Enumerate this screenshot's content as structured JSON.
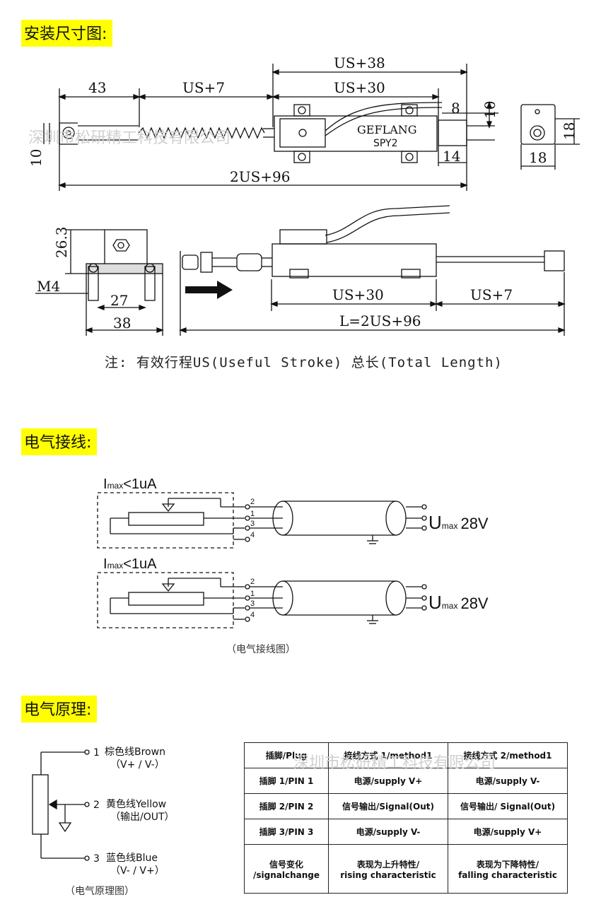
{
  "sections": {
    "install": "安装尺寸图:",
    "wiring": "电气接线:",
    "principle": "电气原理:"
  },
  "drawing_top": {
    "dims": {
      "d43": "43",
      "us7": "US+7",
      "us38": "US+38",
      "us30": "US+30",
      "d8": "8",
      "d10_right": "10",
      "d10_left": "10",
      "d14": "14",
      "total": "2US+96",
      "d18_h": "18",
      "d18_w": "18"
    },
    "brand": "GEFLANG",
    "model": "SPY2",
    "watermark": "深圳市松研精工科技有限公司"
  },
  "drawing_side": {
    "dims": {
      "h26": "26.3",
      "m4": "M4",
      "w27": "27",
      "w38": "38",
      "us30": "US+30",
      "us7": "US+7",
      "length": "L=2US+96"
    }
  },
  "note": "注: 有效行程US(Useful Stroke) 总长(Total Length)",
  "wiring": {
    "imax_prefix": "I",
    "imax_sub": "max",
    "imax_value": "<1uA",
    "umax_prefix": "U",
    "umax_sub": "max",
    "umax_value": "28V",
    "pins": [
      "2",
      "1",
      "3",
      "4"
    ],
    "caption": "（电气接线图）"
  },
  "principle": {
    "wires": [
      {
        "num": "1",
        "name": "棕色线Brown",
        "desc": "（V+ / V-）"
      },
      {
        "num": "2",
        "name": "黄色线Yellow",
        "desc": "（输出/OUT）"
      },
      {
        "num": "3",
        "name": "蓝色线Blue",
        "desc": "（V- / V+）"
      }
    ],
    "caption": "（电气原理图）"
  },
  "table": {
    "header": [
      "插脚/Plug",
      "接线方式 1/method1",
      "接线方式 2/method1"
    ],
    "rows": [
      [
        "插脚 1/PIN 1",
        "电源/supply   V+",
        "电源/supply   V-"
      ],
      [
        "插脚 2/PIN 2",
        "信号输出/Signal(Out)",
        "信号输出/ Signal(Out)"
      ],
      [
        "插脚 3/PIN 3",
        "电源/supply   V-",
        "电源/supply   V+"
      ]
    ],
    "last_row": {
      "c1a": "信号变化",
      "c1b": "/signalchange",
      "c2a": "表现为上升特性/",
      "c2b": "rising characteristic",
      "c3a": "表现为下降特性/",
      "c3b": "falling characteristic"
    },
    "watermark": "深圳市松研精工科技有限公司"
  }
}
